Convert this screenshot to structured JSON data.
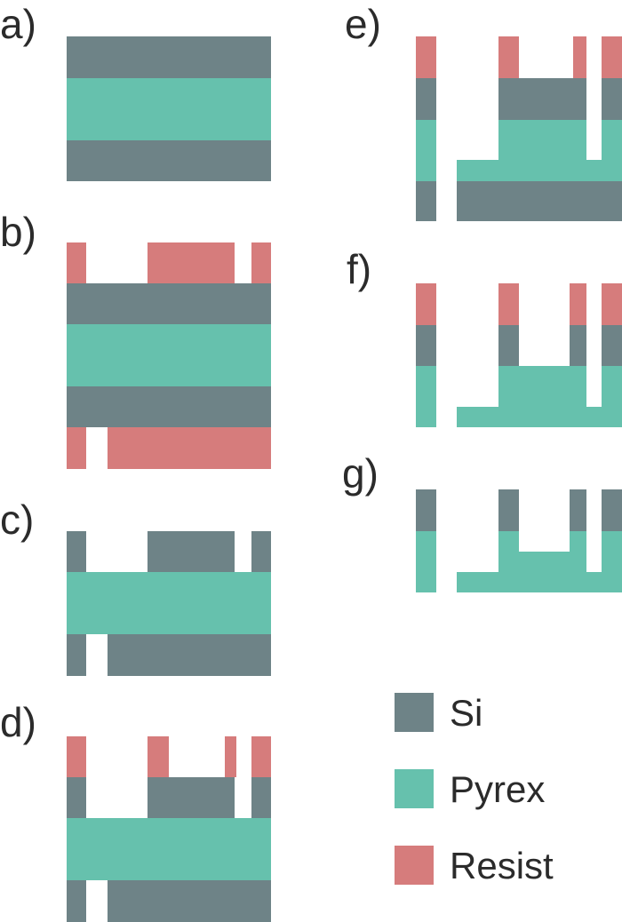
{
  "colors": {
    "si": "#6e8387",
    "pyrex": "#66c1ad",
    "resist": "#d67c7c"
  },
  "steps": [
    {
      "id": "a",
      "label": "a)"
    },
    {
      "id": "b",
      "label": "b)"
    },
    {
      "id": "c",
      "label": "c)"
    },
    {
      "id": "d",
      "label": "d)"
    },
    {
      "id": "e",
      "label": "e)"
    },
    {
      "id": "f",
      "label": "f)"
    },
    {
      "id": "g",
      "label": "g)"
    }
  ],
  "legend": [
    {
      "key": "si",
      "label": "Si"
    },
    {
      "key": "pyrex",
      "label": "Pyrex"
    },
    {
      "key": "resist",
      "label": "Resist"
    }
  ]
}
